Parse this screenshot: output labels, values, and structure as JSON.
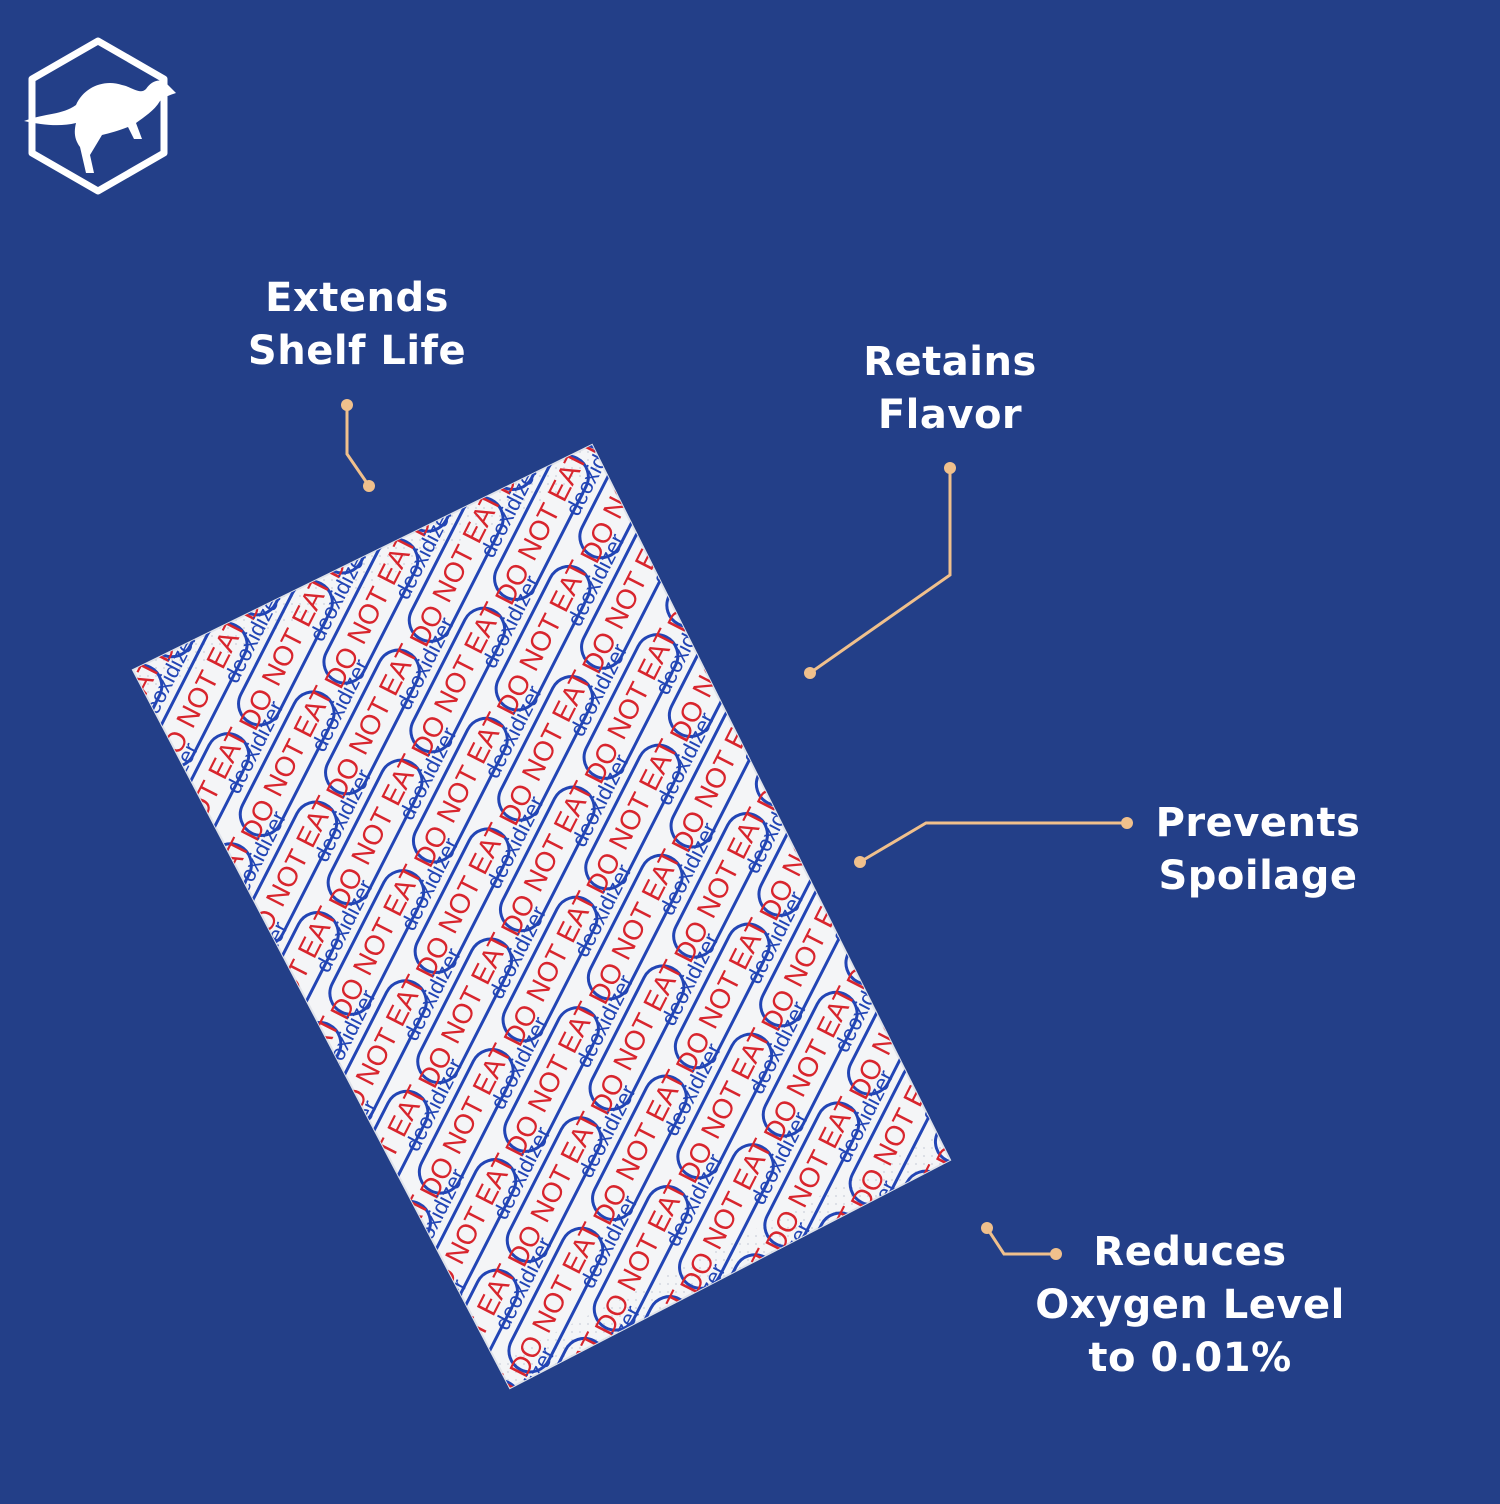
{
  "brand": {
    "logo_icon": "kangaroo-hexagon-logo"
  },
  "colors": {
    "background": "#233f88",
    "accent": "#f0c08c",
    "packet": "#f4f4f4",
    "warning_red": "#d8252d",
    "print_blue": "#2245b5"
  },
  "features": [
    {
      "lines": [
        "Extends",
        "Shelf Life"
      ]
    },
    {
      "lines": [
        "Retains",
        "Flavor"
      ]
    },
    {
      "lines": [
        "Prevents",
        "Spoilage"
      ]
    },
    {
      "lines": [
        "Reduces",
        "Oxygen Level",
        "to 0.01%"
      ]
    }
  ],
  "packet": {
    "brand_word": "deoxidizer",
    "warning": "DO NOT EAT"
  }
}
